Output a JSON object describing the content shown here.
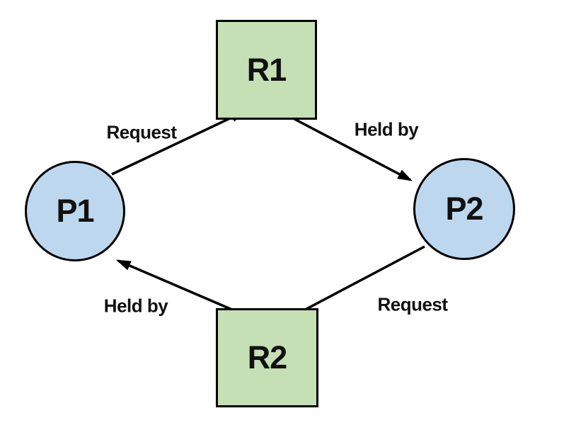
{
  "diagram": {
    "kind": "resource-allocation-graph"
  },
  "colors": {
    "background": "#ffffff",
    "resource_fill": "#c5e0b4",
    "process_fill": "#bdd7ee",
    "stroke": "#000000",
    "text": "#111111"
  },
  "nodes": {
    "r1": {
      "label": "R1",
      "type": "resource",
      "shape": "square"
    },
    "r2": {
      "label": "R2",
      "type": "resource",
      "shape": "square"
    },
    "p1": {
      "label": "P1",
      "type": "process",
      "shape": "circle"
    },
    "p2": {
      "label": "P2",
      "type": "process",
      "shape": "circle"
    }
  },
  "edges": [
    {
      "from": "P1",
      "to": "R1",
      "label": "Request"
    },
    {
      "from": "R1",
      "to": "P2",
      "label": "Held by"
    },
    {
      "from": "P2",
      "to": "R2",
      "label": "Request"
    },
    {
      "from": "R2",
      "to": "P1",
      "label": "Held by"
    }
  ]
}
